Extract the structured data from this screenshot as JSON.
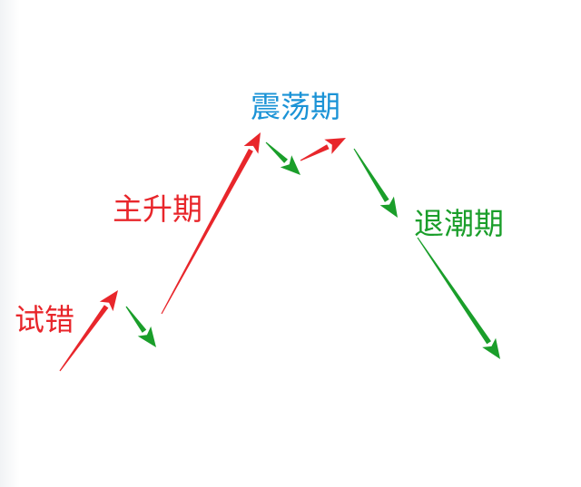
{
  "labels": {
    "trial": "试错",
    "rise": "主升期",
    "shock": "震荡期",
    "ebb": "退潮期"
  },
  "colors": {
    "red": "#e8262b",
    "green": "#1a9e2a",
    "blue": "#1b93d6",
    "background": "#ffffff"
  }
}
